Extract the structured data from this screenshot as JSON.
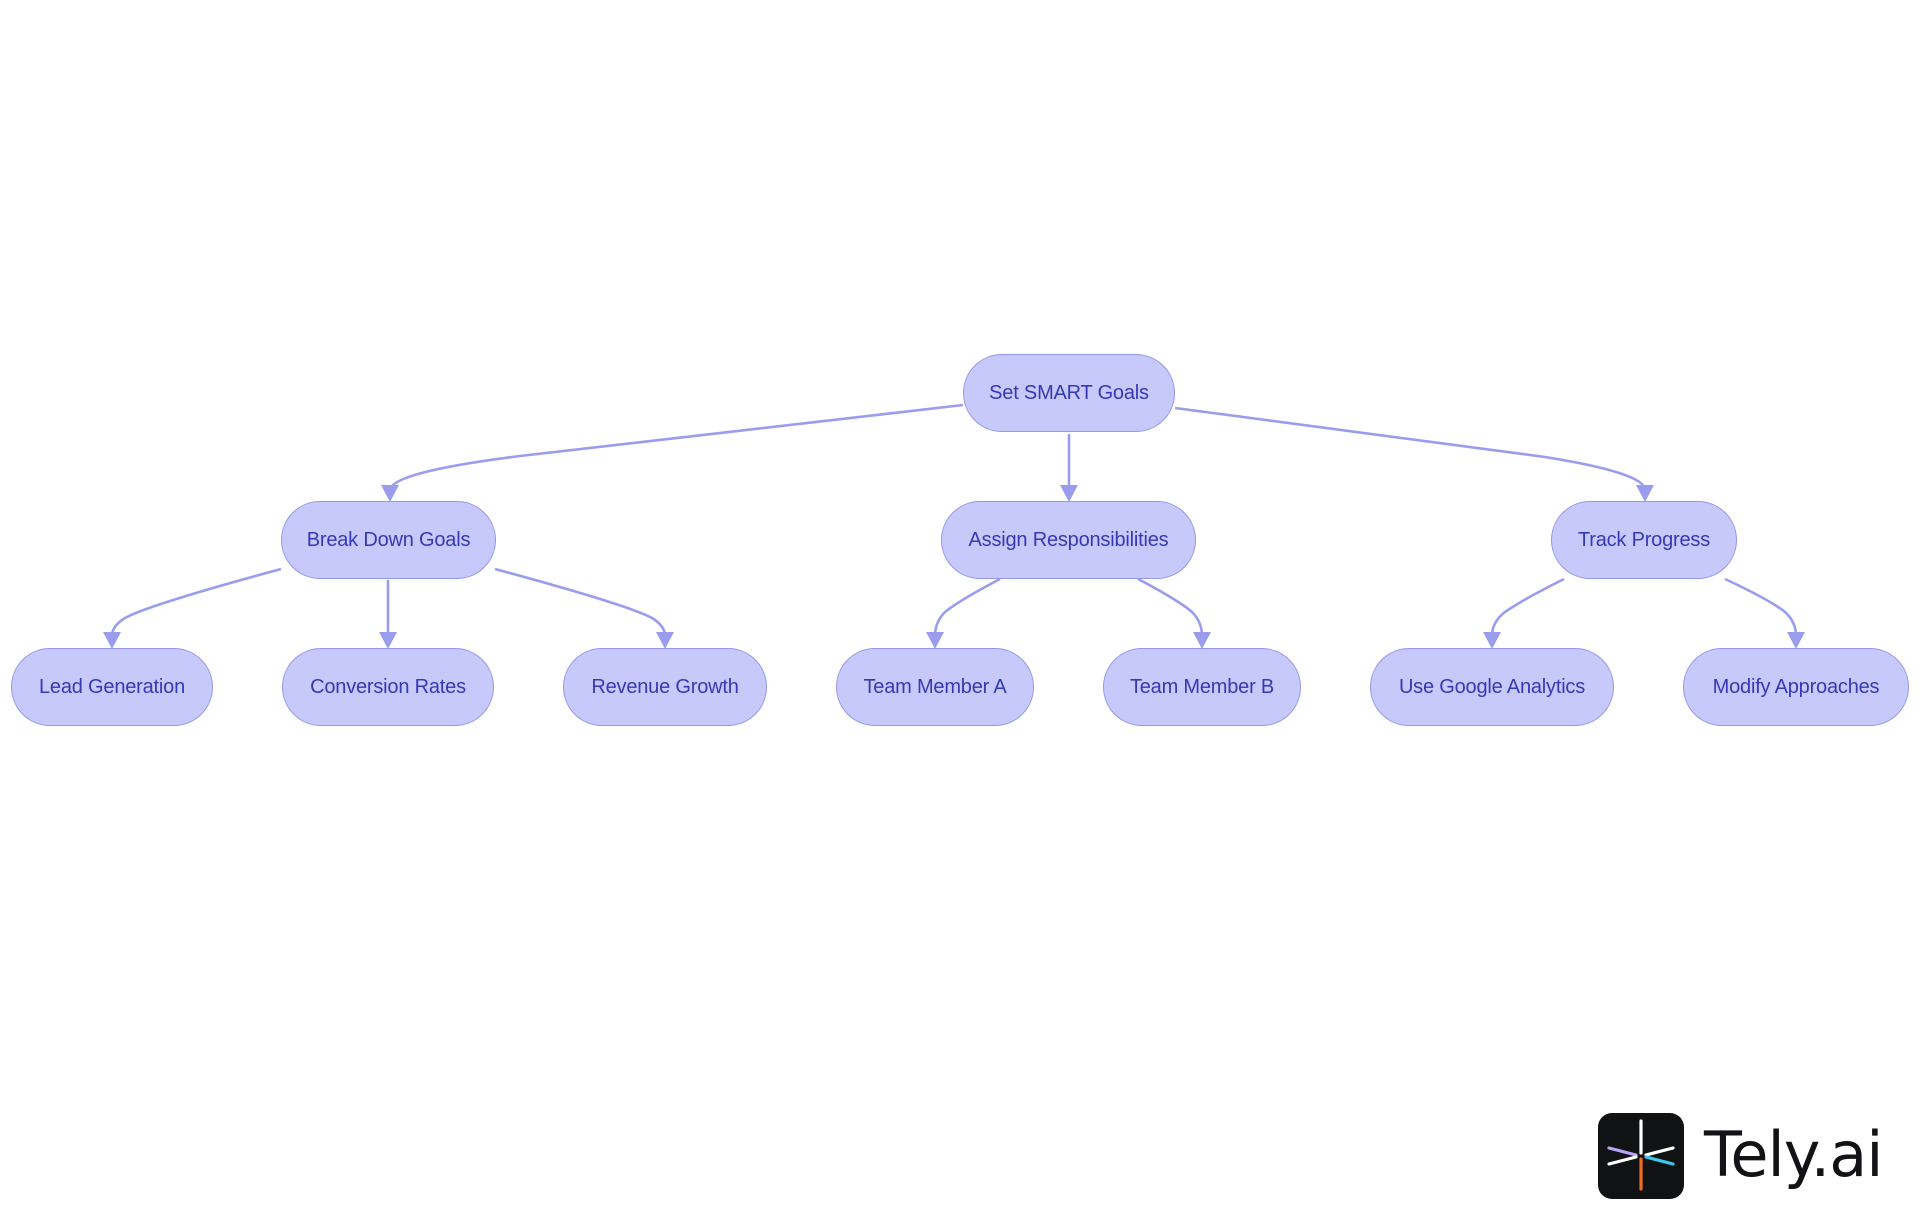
{
  "diagram": {
    "nodes": [
      {
        "id": "root",
        "label": "Set SMART Goals"
      },
      {
        "id": "break",
        "label": "Break Down Goals"
      },
      {
        "id": "assign",
        "label": "Assign Responsibilities"
      },
      {
        "id": "track",
        "label": "Track Progress"
      },
      {
        "id": "lead",
        "label": "Lead Generation"
      },
      {
        "id": "conv",
        "label": "Conversion Rates"
      },
      {
        "id": "rev",
        "label": "Revenue Growth"
      },
      {
        "id": "tma",
        "label": "Team Member A"
      },
      {
        "id": "tmb",
        "label": "Team Member B"
      },
      {
        "id": "ga",
        "label": "Use Google Analytics"
      },
      {
        "id": "mod",
        "label": "Modify Approaches"
      }
    ],
    "edges": [
      {
        "from": "root",
        "to": "break"
      },
      {
        "from": "root",
        "to": "assign"
      },
      {
        "from": "root",
        "to": "track"
      },
      {
        "from": "break",
        "to": "lead"
      },
      {
        "from": "break",
        "to": "conv"
      },
      {
        "from": "break",
        "to": "rev"
      },
      {
        "from": "assign",
        "to": "tma"
      },
      {
        "from": "assign",
        "to": "tmb"
      },
      {
        "from": "track",
        "to": "ga"
      },
      {
        "from": "track",
        "to": "mod"
      }
    ],
    "colors": {
      "node_fill": "#c8c9fb",
      "node_border": "#9496ea",
      "node_text": "#3439b5",
      "edge": "#9a9cee"
    }
  },
  "branding": {
    "logo_text": "Tely.ai",
    "logo_icon": "tely-asterisk-icon"
  }
}
